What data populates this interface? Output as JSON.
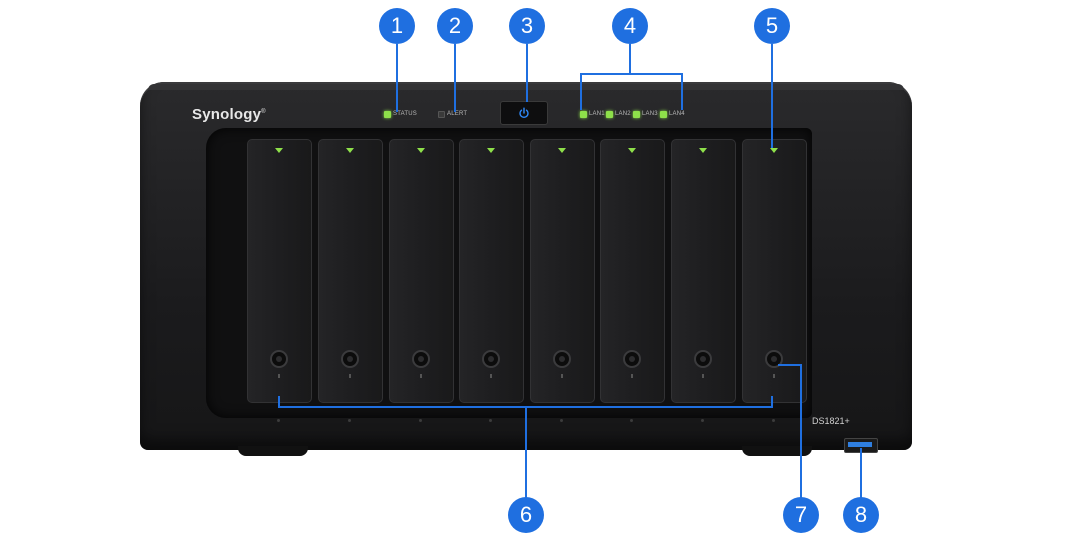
{
  "device": {
    "brand": "Synology",
    "brand_mark": "®",
    "model": "DS1821+",
    "bay_count": 8
  },
  "leds": {
    "status": "STATUS",
    "alert": "ALERT",
    "lan": [
      "LAN1",
      "LAN2",
      "LAN3",
      "LAN4"
    ]
  },
  "callouts": [
    "1",
    "2",
    "3",
    "4",
    "5",
    "6",
    "7",
    "8"
  ],
  "colors": {
    "callout": "#1f6fe0",
    "led_green": "#8ee04a",
    "chassis": "#1b1b1d",
    "usb_port": "#2f7fe0"
  },
  "icons": {
    "power": "power-icon"
  }
}
